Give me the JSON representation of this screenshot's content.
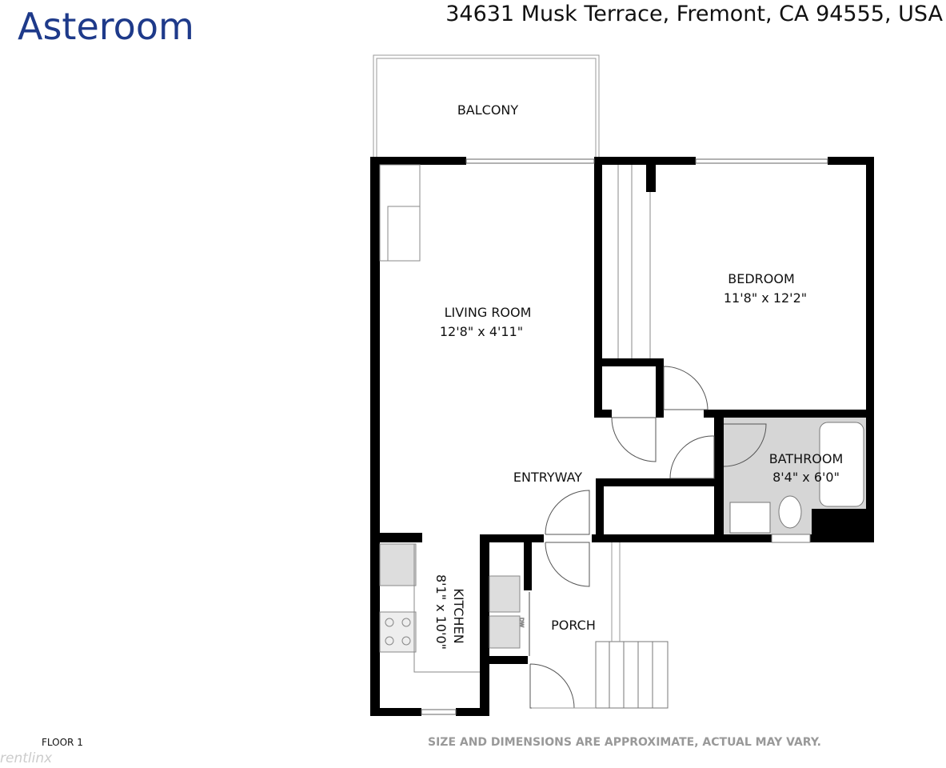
{
  "brand": {
    "logo": "Asteroom"
  },
  "address": "34631 Musk Terrace, Fremont, CA 94555, USA",
  "floor_label": "FLOOR 1",
  "disclaimer": "SIZE AND DIMENSIONS ARE APPROXIMATE, ACTUAL MAY VARY.",
  "watermark": "rentlinx",
  "rooms": {
    "balcony": {
      "name": "BALCONY"
    },
    "living": {
      "name": "LIVING ROOM",
      "size": "12'8\" x 4'11\""
    },
    "bedroom": {
      "name": "BEDROOM",
      "size": "11'8\" x 12'2\""
    },
    "bathroom": {
      "name": "BATHROOM",
      "size": "8'4\" x 6'0\""
    },
    "entryway": {
      "name": "ENTRYWAY"
    },
    "kitchen": {
      "name": "KITCHEN",
      "size": "8'1\" x 10'0\""
    },
    "porch": {
      "name": "PORCH"
    }
  },
  "appliance": {
    "dw": "DW"
  },
  "colors": {
    "brand": "#1e3a8a",
    "wall": "#000000",
    "bath_fill": "#d6d6d6"
  }
}
